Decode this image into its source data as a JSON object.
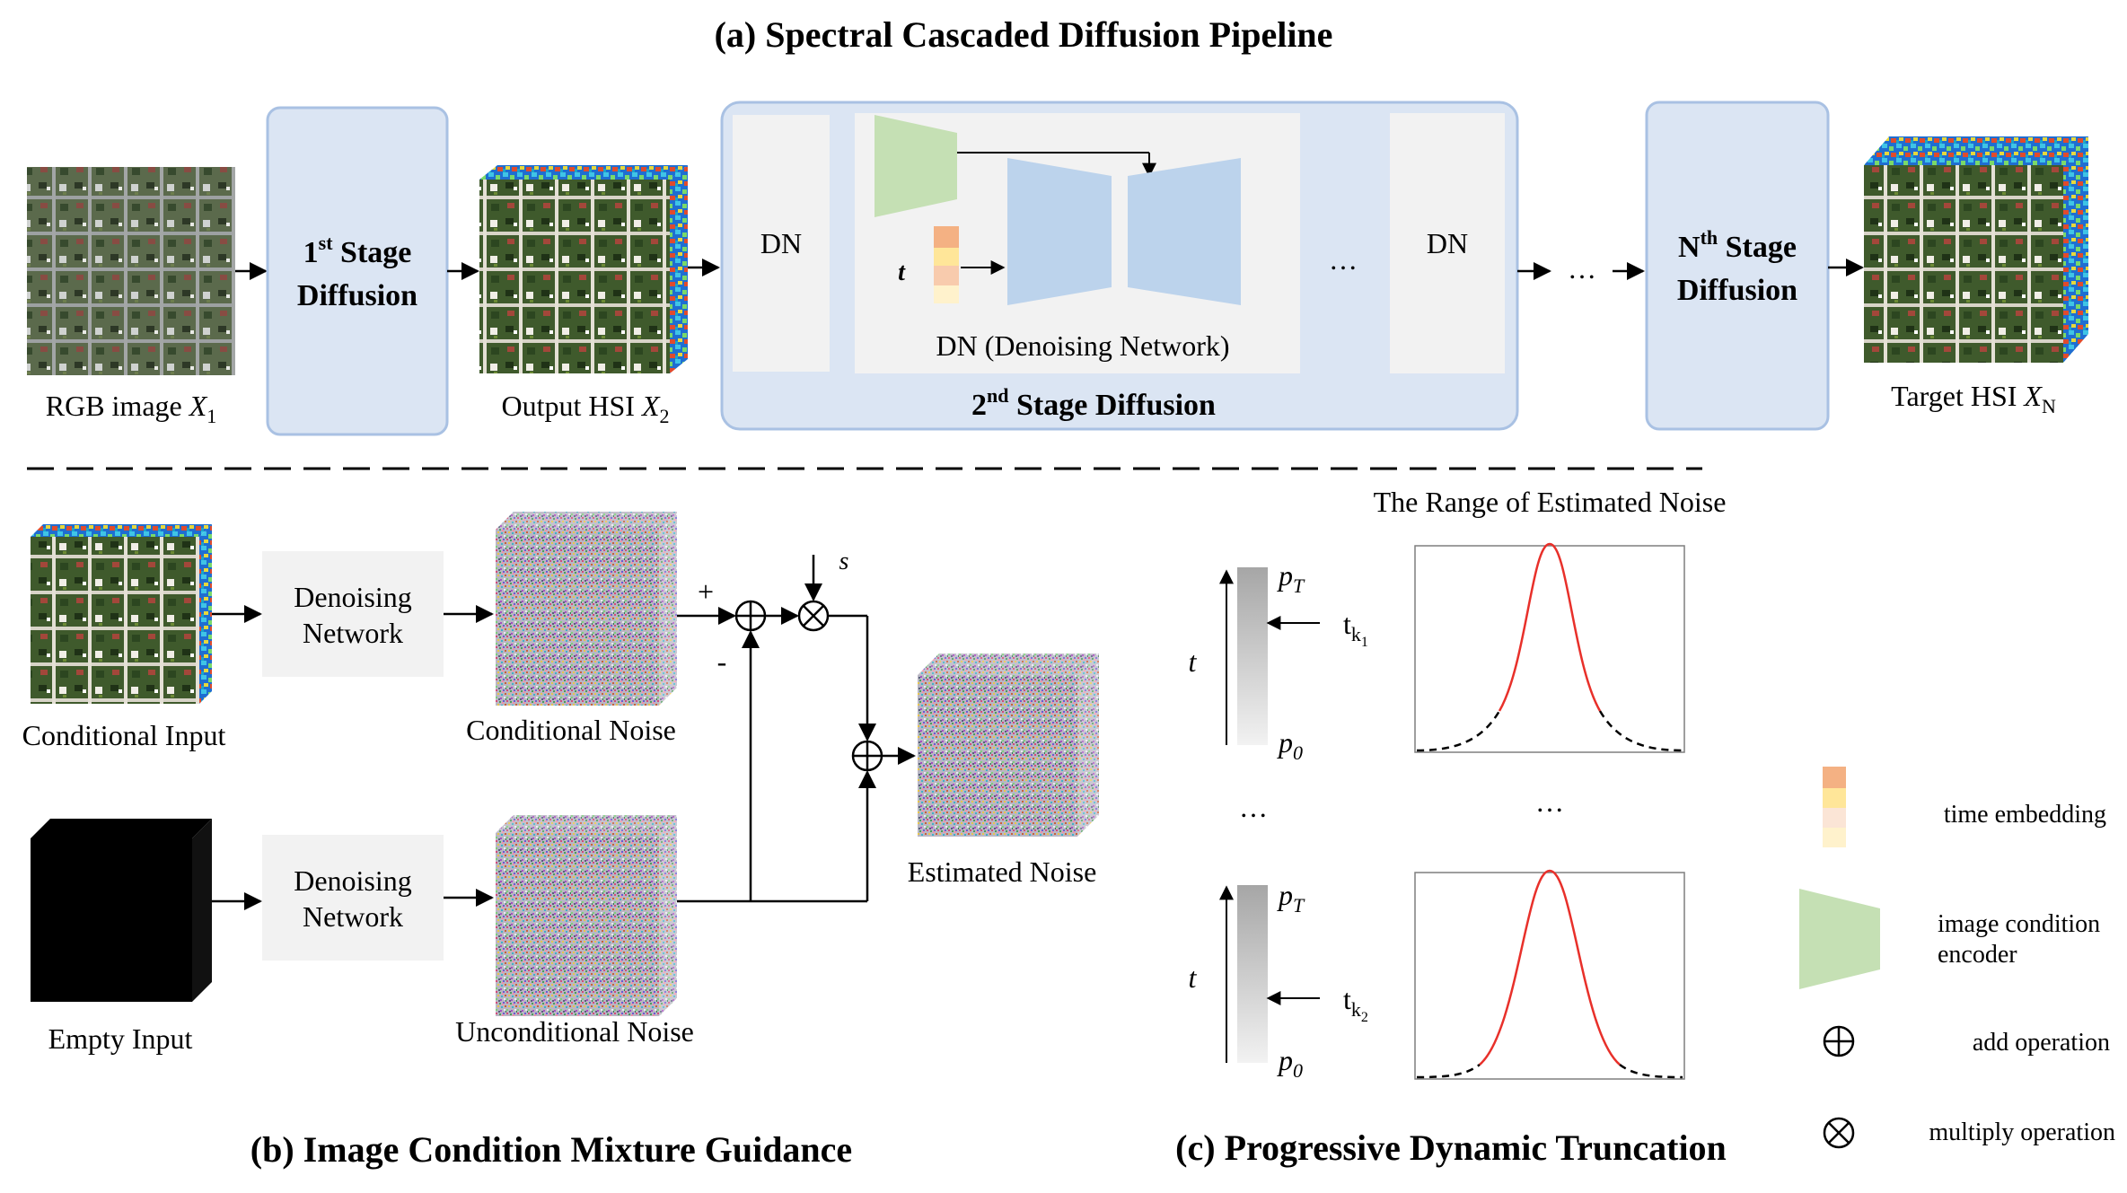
{
  "panel_a": {
    "title": "(a) Spectral Cascaded Diffusion Pipeline",
    "rgb_label": "RGB image",
    "rgb_var": "X",
    "rgb_sub": "1",
    "stage1_line1": "1",
    "stage1_sup": "st",
    "stage1_stage": " Stage",
    "stage1_line2": "Diffusion",
    "output_label": "Output HSI",
    "output_var": "X",
    "output_sub": "2",
    "dn_left": "DN",
    "dn_right": "DN",
    "t_symbol": "t",
    "dn_caption": "DN (Denoising Network)",
    "ellipsis_inner": "…",
    "stage2_num": "2",
    "stage2_sup": "nd",
    "stage2_rest": " Stage Diffusion",
    "ellipsis_outer": "…",
    "stageN_line1": "N",
    "stageN_sup": "th",
    "stageN_stage": " Stage",
    "stageN_line2": "Diffusion",
    "target_label": "Target HSI",
    "target_var": "X",
    "target_sub": "N"
  },
  "panel_b": {
    "title": "(b) Image Condition Mixture Guidance",
    "cond_input": "Conditional Input",
    "empty_input": "Empty Input",
    "dn1_line1": "Denoising",
    "dn1_line2": "Network",
    "dn2_line1": "Denoising",
    "dn2_line2": "Network",
    "cond_noise": "Conditional Noise",
    "uncond_noise": "Unconditional Noise",
    "plus": "+",
    "minus": "-",
    "s_symbol": "s",
    "estimated_noise": "Estimated Noise"
  },
  "panel_c": {
    "title": "(c) Progressive Dynamic Truncation",
    "range_title": "The Range of Estimated Noise",
    "t_axis_1": "t",
    "t_axis_2": "t",
    "pT_1": "p",
    "pT_sub_1": "T",
    "p0_1": "p",
    "p0_sub_1": "0",
    "pT_2": "p",
    "pT_sub_2": "T",
    "p0_2": "p",
    "p0_sub_2": "0",
    "tk1": "t",
    "tk1_sub": "k",
    "tk1_subsub": "1",
    "tk2": "t",
    "tk2_sub": "k",
    "tk2_subsub": "2",
    "ellipsis_left": "…",
    "ellipsis_right": "…"
  },
  "legend": {
    "time_embedding": "time embedding",
    "image_condition_1": "image condition",
    "image_condition_2": "encoder",
    "add_operation": "add operation",
    "multiply_operation": "multiply operation"
  },
  "colors": {
    "stage_box": "#dbe5f3",
    "stage_border": "#a9c1e3",
    "unet_blue": "#bcd3ec",
    "encoder_green": "#c5e0b4",
    "gray_box": "#f2f2f2",
    "curve_red": "#e8302a",
    "time_embed": [
      "#f4b183",
      "#ffe699",
      "#fbe5d6",
      "#fff2cc"
    ]
  }
}
